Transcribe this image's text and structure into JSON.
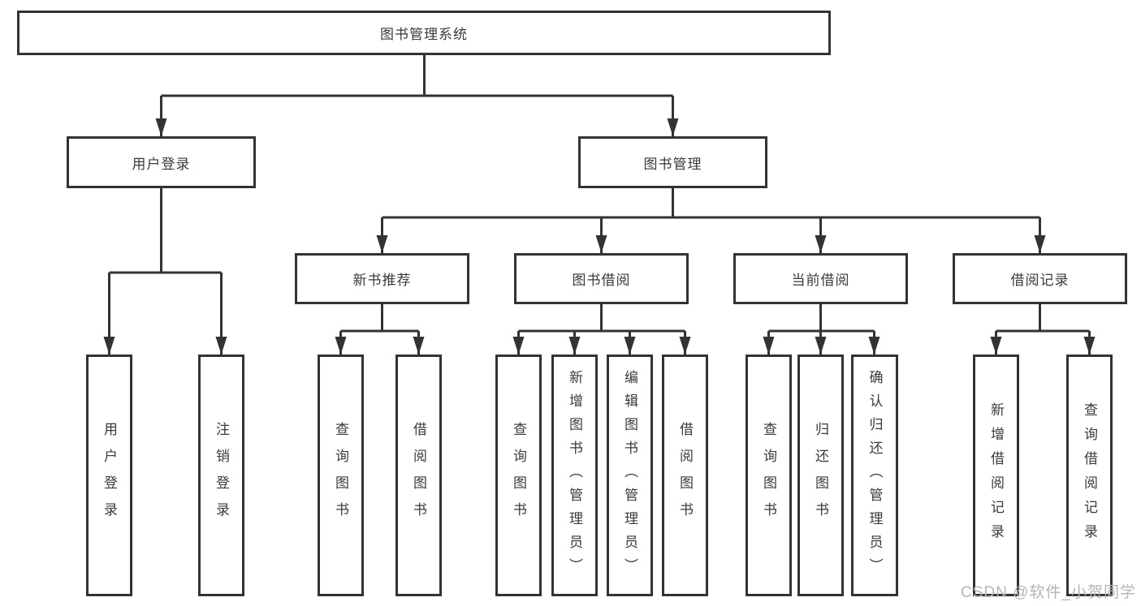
{
  "colors": {
    "background": "#ffffff",
    "line": "#333333",
    "box_border": "#333333",
    "box_fill": "#ffffff",
    "text": "#3a3a3a",
    "watermark": "#b8b4b4"
  },
  "nodes": {
    "root": "图书管理系统",
    "user_login": "用户登录",
    "book_management": "图书管理",
    "new_book_recommendation": "新书推荐",
    "book_borrowing": "图书借阅",
    "current_borrowing": "当前借阅",
    "borrowing_records": "借阅记录"
  },
  "leaves": {
    "user_login": [
      "用户登录",
      "注销登录"
    ],
    "new_book_recommendation": [
      "查询图书",
      "借阅图书"
    ],
    "book_borrowing": [
      "查询图书",
      "新增图书（管理员）",
      "编辑图书（管理员）",
      "借阅图书"
    ],
    "current_borrowing": [
      "查询图书",
      "归还图书",
      "确认归还（管理员）"
    ],
    "borrowing_records": [
      "新增借阅记录",
      "查询借阅记录"
    ]
  },
  "watermark": "CSDN @软件_小贺同学"
}
